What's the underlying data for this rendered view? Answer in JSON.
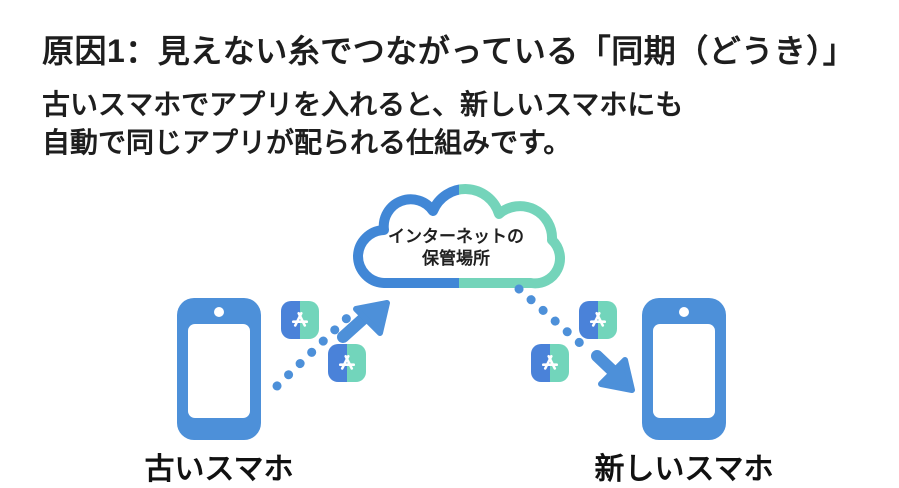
{
  "slide": {
    "title": "原因1：見えない糸でつながっている「同期（どうき）」",
    "body": "古いスマホでアプリを入れると、新しいスマホにも\n自動で同じアプリが配られる仕組みです。",
    "cloud_label": "インターネットの\n保管場所",
    "old_phone_label": "古いスマホ",
    "new_phone_label": "新しいスマホ"
  },
  "colors": {
    "primary_blue": "#4d90d9",
    "cloud_blue": "#4187d6",
    "cloud_teal": "#74d4ba",
    "app_icon_blue": "#4a82d9",
    "app_icon_teal": "#72d5bb",
    "text": "#1e1e1e",
    "background": "#ffffff"
  }
}
